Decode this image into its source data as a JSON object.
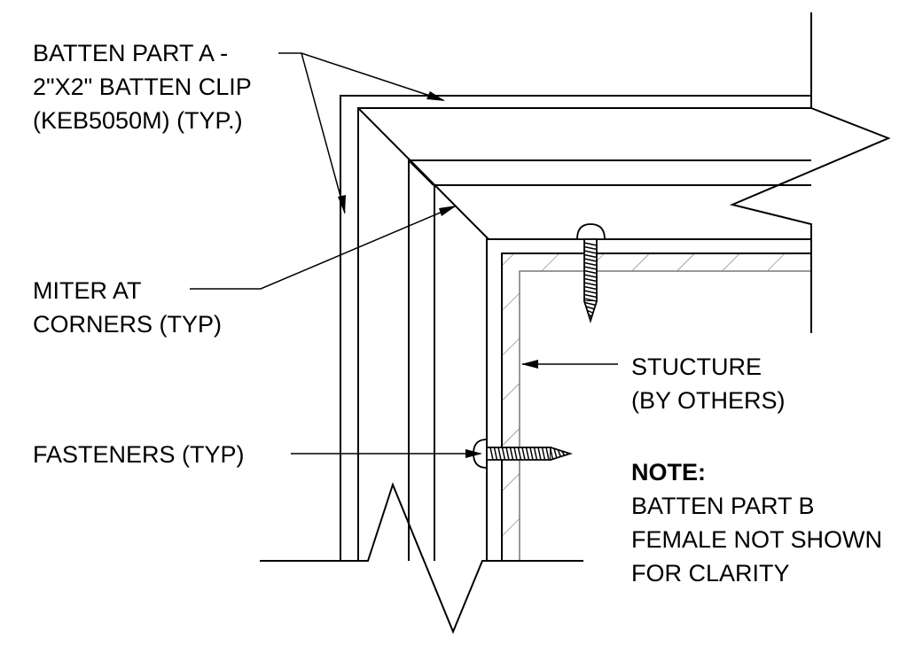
{
  "labels": {
    "batten_part_a": [
      "BATTEN PART A -",
      "2\"X2\" BATTEN CLIP",
      "(KEB5050M) (TYP.)"
    ],
    "miter": [
      "MITER AT",
      "CORNERS (TYP)"
    ],
    "structure": [
      "STUCTURE",
      "(BY OTHERS)"
    ],
    "fasteners": [
      "FASTENERS (TYP)"
    ],
    "note_title": "NOTE:",
    "note_body": [
      "BATTEN PART B",
      "FEMALE NOT SHOWN",
      "FOR CLARITY"
    ]
  },
  "colors": {
    "line": "#000000",
    "hatch": "#555555",
    "background": "#ffffff"
  }
}
